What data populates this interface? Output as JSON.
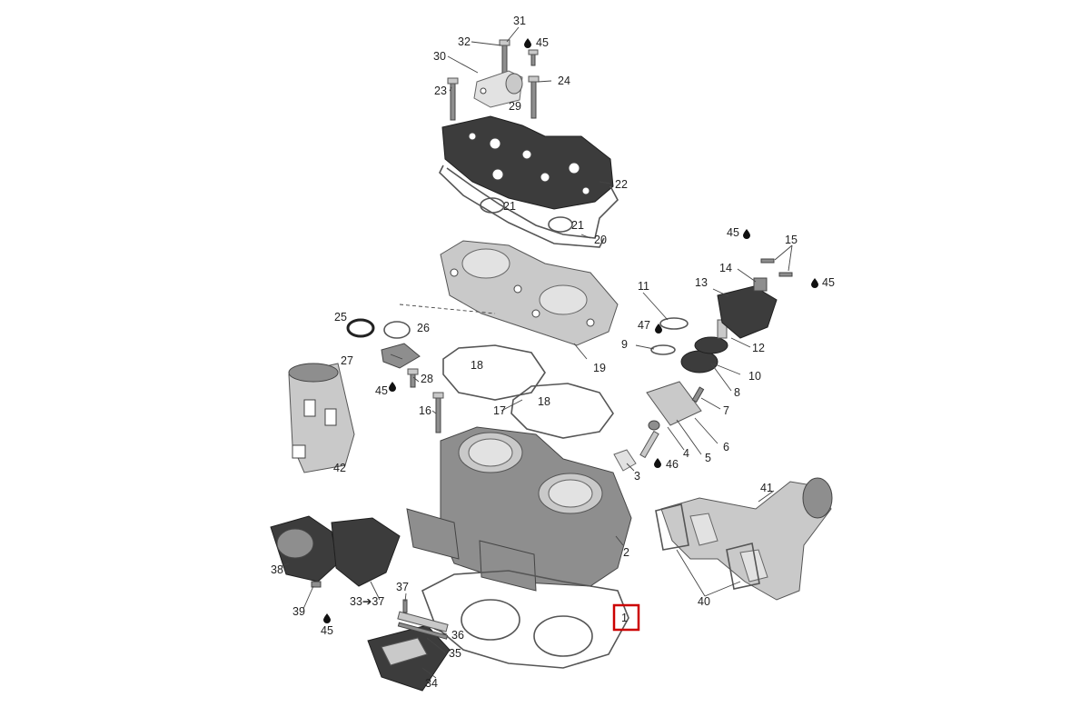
{
  "labels": {
    "n1": "1",
    "n2": "2",
    "n3": "3",
    "n4": "4",
    "n5": "5",
    "n6": "6",
    "n7": "7",
    "n8": "8",
    "n9": "9",
    "n10": "10",
    "n11": "11",
    "n12": "12",
    "n13": "13",
    "n14": "14",
    "n15": "15",
    "n16": "16",
    "n17": "17",
    "n18a": "18",
    "n18b": "18",
    "n19": "19",
    "n20": "20",
    "n21a": "21",
    "n21b": "21",
    "n22": "22",
    "n23": "23",
    "n24": "24",
    "n25": "25",
    "n26": "26",
    "n27": "27",
    "n28": "28",
    "n29": "29",
    "n30": "30",
    "n31": "31",
    "n32": "32",
    "n33_37": "33➔37",
    "n34": "34",
    "n35": "35",
    "n36": "36",
    "n37": "37",
    "n38": "38",
    "n39": "39",
    "n40": "40",
    "n41": "41",
    "n42": "42",
    "n45a": "45",
    "n45b": "45",
    "n45c": "45",
    "n45d": "45",
    "n45e": "45",
    "n46": "46",
    "n47": "47"
  },
  "highlight": {
    "item": "1",
    "color": "#cc0000"
  },
  "colors": {
    "background": "#ffffff",
    "part_dark": "#3c3c3c",
    "part_mid": "#8e8e8e",
    "part_light": "#c9c9c9"
  },
  "icons": {
    "lubricant": "oil-drop-icon"
  }
}
